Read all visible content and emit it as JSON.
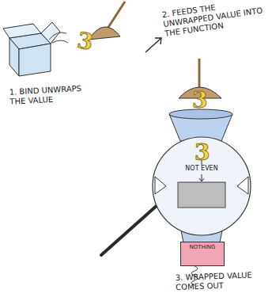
{
  "diagram": {
    "nodes": [
      {
        "text": [
          "NOT EVEN"
        ]
      },
      {
        "text": [
          "NOTHING"
        ]
      }
    ],
    "labels": [
      "2. FEEDS THE UNWRAPPED VALUE INTO THE FUNCTION",
      "3",
      "1. BIND UNWRAPS THE VALUE",
      "3",
      "3",
      "3. WRAPPED VALUE COMES OUT"
    ]
  }
}
